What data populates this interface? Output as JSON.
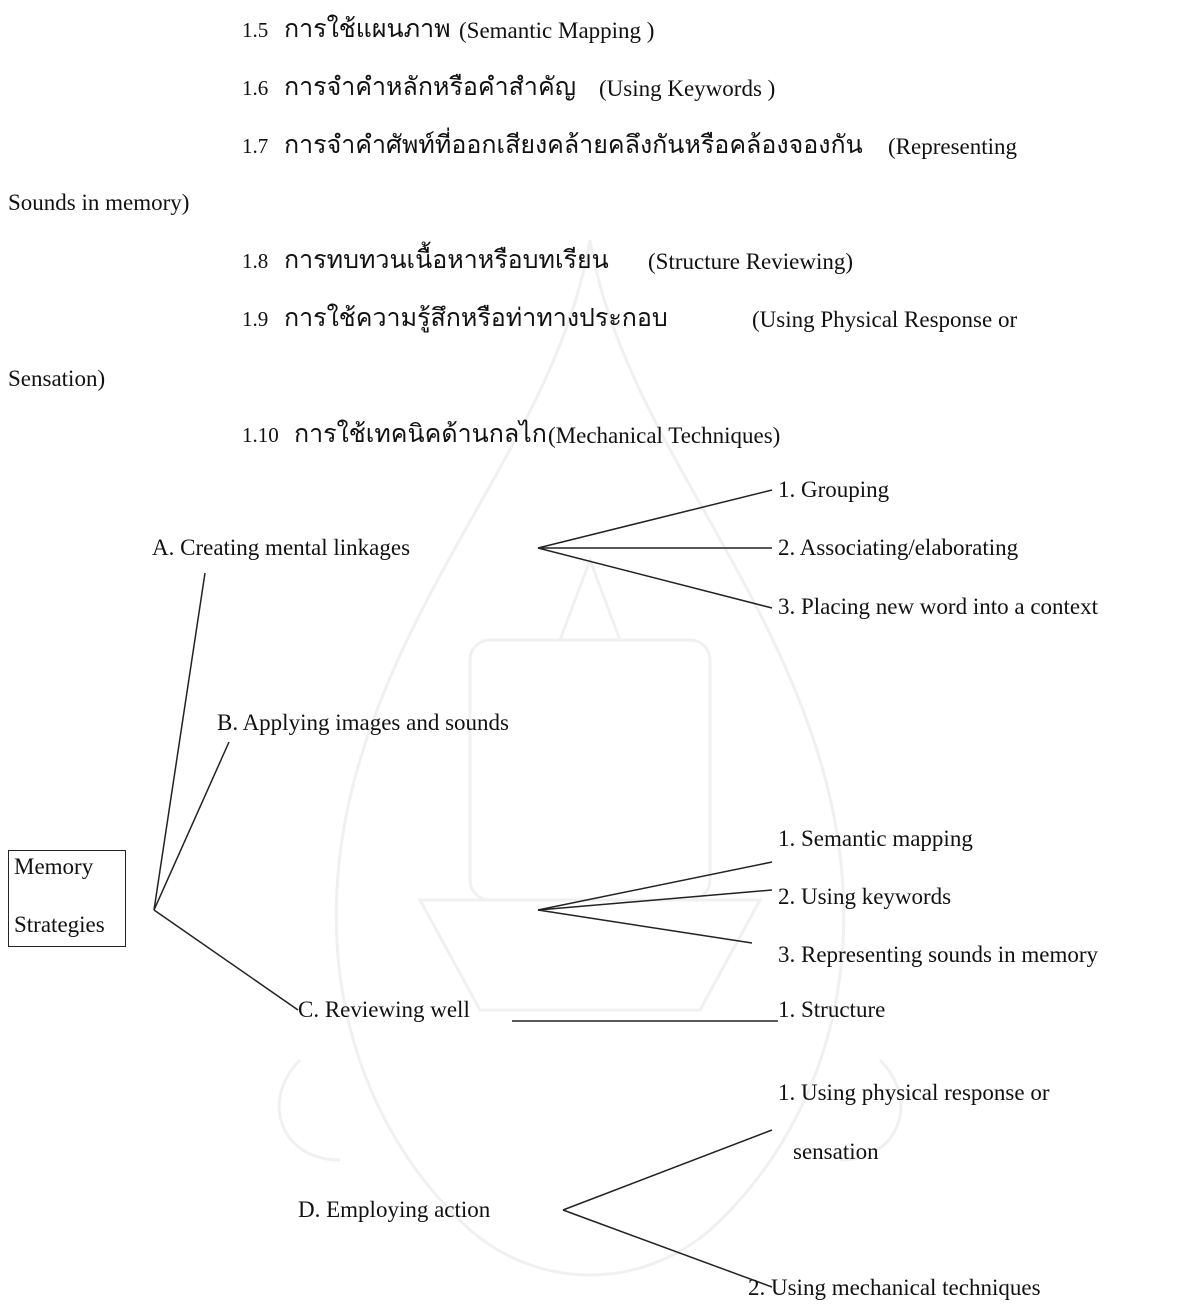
{
  "text_lines": [
    {
      "num": "1.5",
      "thai": "การใช้แผนภาพ",
      "eng": "(Semantic Mapping )"
    },
    {
      "num": "1.6",
      "thai": "การจำคำหลักหรือคำสำคัญ",
      "eng": "(Using Keywords )"
    },
    {
      "num": "1.7",
      "thai": "การจำคำศัพท์ที่ออกเสียงคล้ายคลึงกันหรือคล้องจองกัน",
      "eng": "(Representing"
    },
    {
      "continuation": "Sounds in memory)"
    },
    {
      "num": "1.8",
      "thai": "การทบทวนเนื้อหาหรือบทเรียน",
      "eng": "(Structure Reviewing)"
    },
    {
      "num": "1.9",
      "thai": "การใช้ความรู้สึกหรือท่าทางประกอบ",
      "eng": "(Using Physical Response or"
    },
    {
      "continuation": "Sensation)"
    },
    {
      "num": "1.10",
      "thai": "การใช้เทคนิคด้านกลไก",
      "eng": "(Mechanical Techniques)"
    }
  ],
  "diagram": {
    "root": {
      "line1": "Memory",
      "line2": "Strategies"
    },
    "branches": {
      "a": {
        "label": "A. Creating mental linkages",
        "items": [
          "1. Grouping",
          "2. Associating/elaborating",
          "3. Placing new word into a context"
        ]
      },
      "b": {
        "label": "B. Applying images and sounds",
        "items": [
          "1. Semantic mapping",
          "2. Using keywords",
          "3. Representing sounds in memory"
        ]
      },
      "c": {
        "label": "C. Reviewing well",
        "items": [
          "1. Structure"
        ]
      },
      "d": {
        "label": "D. Employing action",
        "items": [
          "1. Using physical response or",
          "sensation",
          "2. Using mechanical techniques"
        ]
      }
    }
  }
}
